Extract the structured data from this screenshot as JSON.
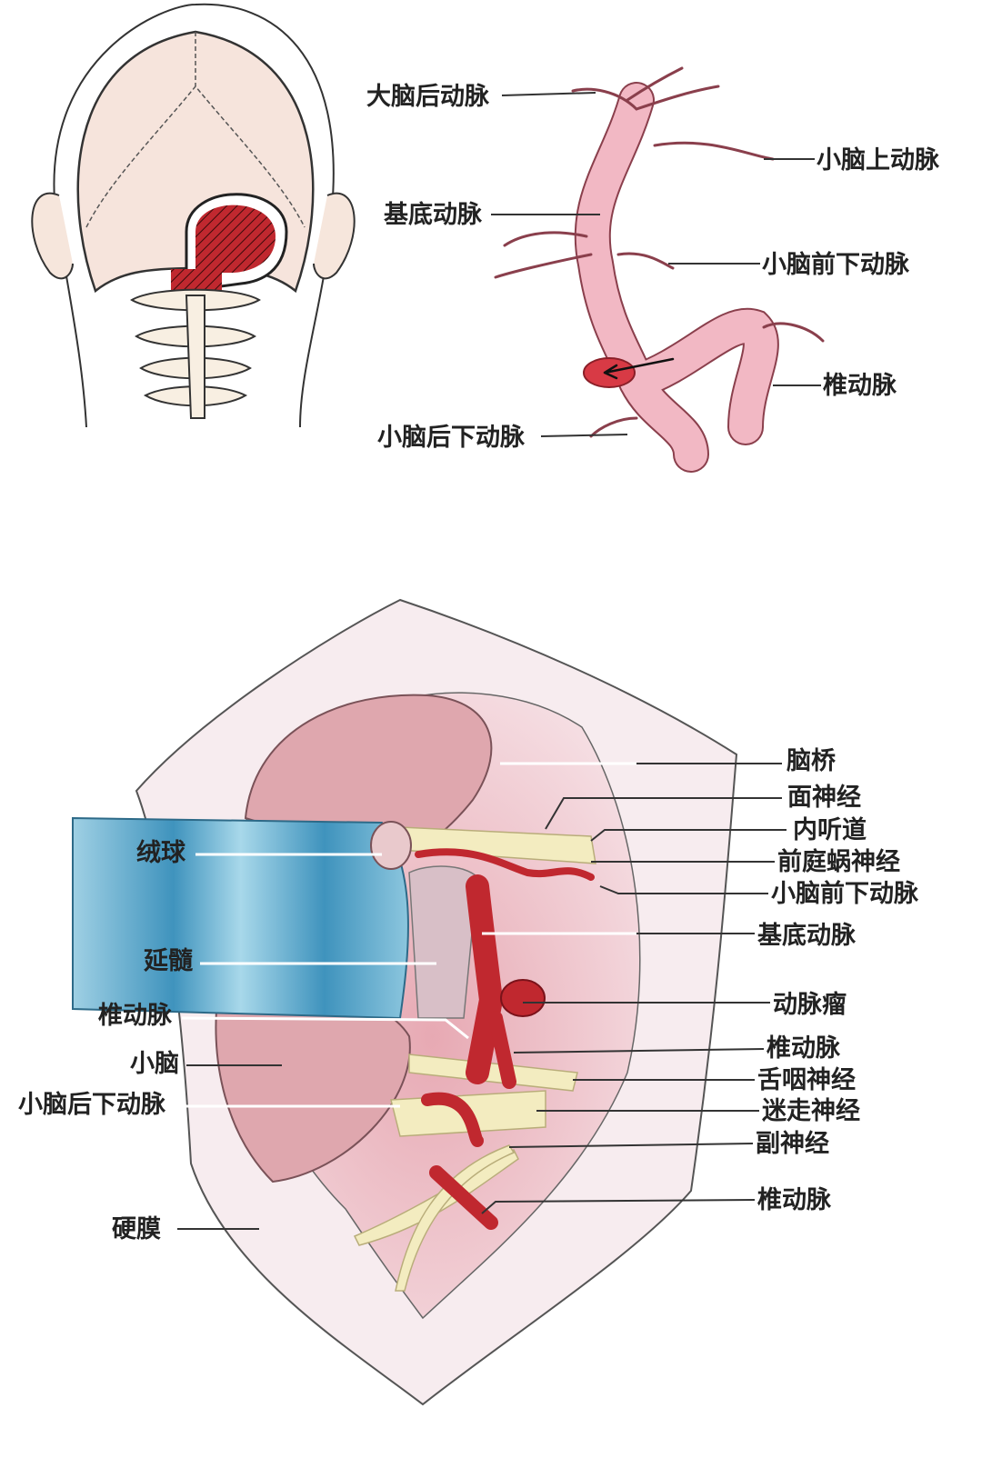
{
  "top_left": {
    "title": "posterior-head-approach"
  },
  "top_right": {
    "labels": [
      "大脑后动脉",
      "小脑上动脉",
      "基底动脉",
      "小脑前下动脉",
      "椎动脉",
      "小脑后下动脉"
    ]
  },
  "bottom": {
    "right_labels": [
      "脑桥",
      "面神经",
      "内听道",
      "前庭蜗神经",
      "小脑前下动脉",
      "基底动脉",
      "动脉瘤",
      "椎动脉",
      "舌咽神经",
      "迷走神经",
      "副神经",
      "椎动脉"
    ],
    "left_labels": [
      "绒球",
      "延髓",
      "椎动脉",
      "小脑",
      "小脑后下动脉",
      "硬膜"
    ]
  },
  "colors": {
    "artery": "#c0282f",
    "vessel_pink": "#f2b8c4",
    "nerve": "#f3ecc0",
    "retractor": "#5aa7c9",
    "brain": "#e9b9bf"
  }
}
